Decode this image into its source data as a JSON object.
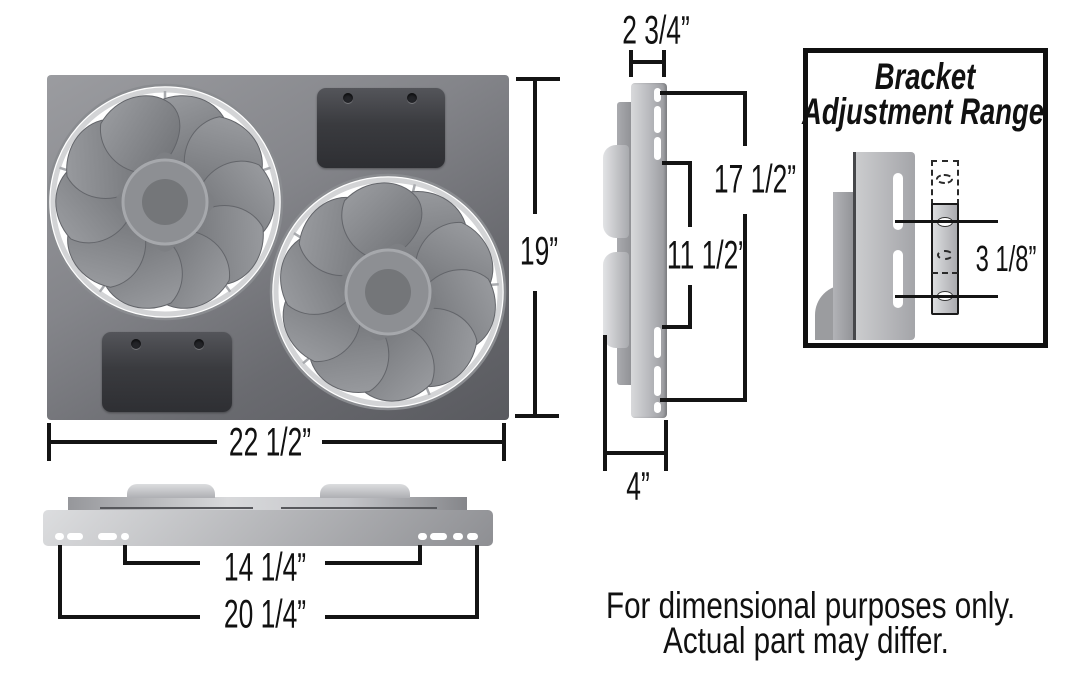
{
  "dims": {
    "front_width": "22 1/2”",
    "front_height": "19”",
    "side_top_depth": "2 3/4”",
    "side_outer_height": "17 1/2”",
    "side_inner_height": "11 1/2”",
    "side_base_depth": "4”",
    "bottom_inner_span": "14 1/4”",
    "bottom_outer_span": "20 1/4”"
  },
  "inset": {
    "title_line1": "Bracket",
    "title_line2": "Adjustment Range",
    "adjustment_range": "3 1/8”"
  },
  "footer": {
    "line1": "For dimensional purposes only.",
    "line2": "Actual part may differ."
  },
  "colors": {
    "dimension_line": "#141414",
    "text": "#111111",
    "metal_light": "#d8d9db",
    "metal_mid": "#a9aaae",
    "metal_dark": "#5e5f63",
    "panel_dark": "#333438",
    "background": "#ffffff"
  }
}
